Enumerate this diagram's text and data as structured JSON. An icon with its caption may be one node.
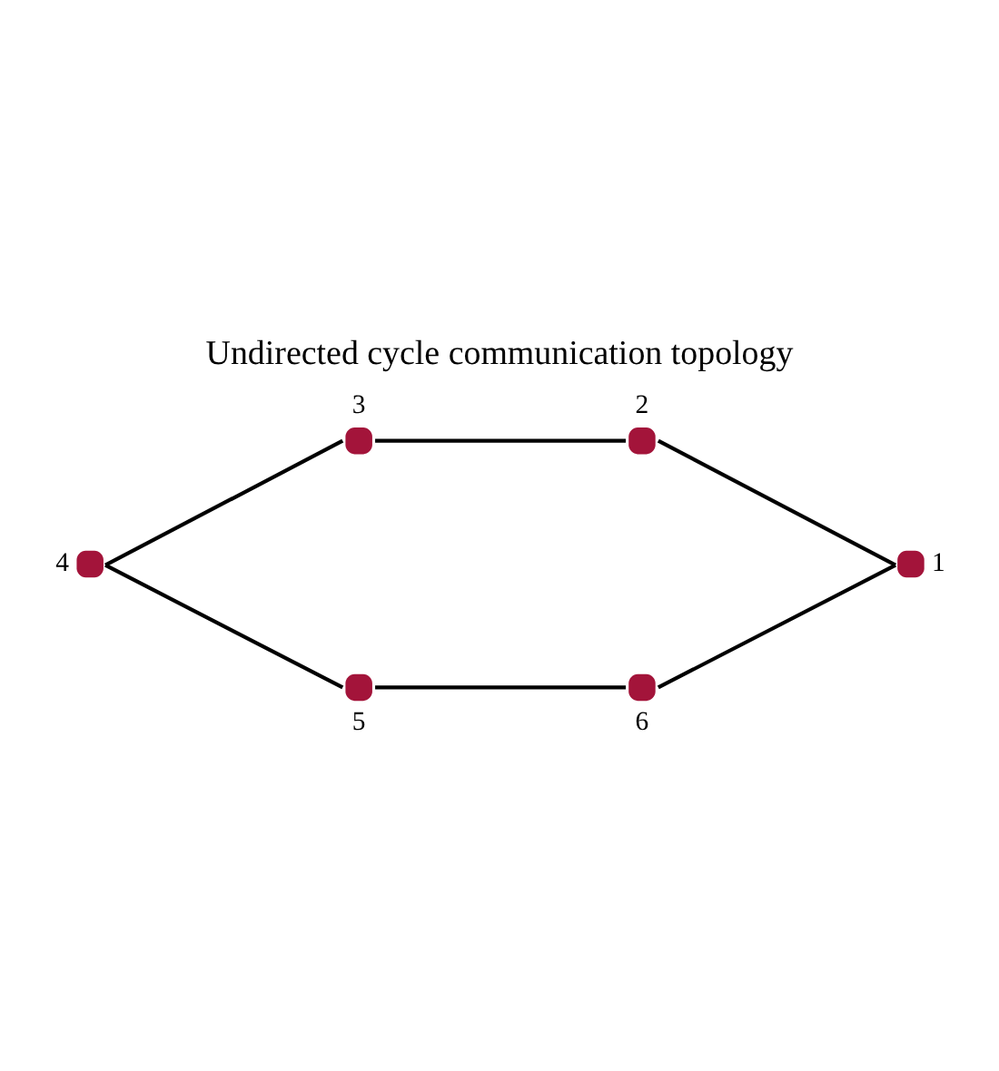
{
  "diagram": {
    "title": "Undirected cycle communication topology",
    "nodes": [
      {
        "text": [],
        "shape": "circle",
        "beside": [
          "1"
        ]
      },
      {
        "text": [],
        "shape": "circle",
        "beside": [
          "2"
        ]
      },
      {
        "text": [],
        "shape": "circle",
        "beside": [
          "3"
        ]
      },
      {
        "text": [],
        "shape": "circle",
        "beside": [
          "4"
        ]
      },
      {
        "text": [],
        "shape": "circle",
        "beside": [
          "5"
        ]
      },
      {
        "text": [],
        "shape": "circle",
        "beside": [
          "6"
        ]
      }
    ],
    "edges": [
      {
        "from": 0,
        "to": 1,
        "arrow": "none"
      },
      {
        "from": 1,
        "to": 2,
        "arrow": "none"
      },
      {
        "from": 2,
        "to": 3,
        "arrow": "none"
      },
      {
        "from": 3,
        "to": 4,
        "arrow": "none"
      },
      {
        "from": 4,
        "to": 5,
        "arrow": "none"
      },
      {
        "from": 5,
        "to": 0,
        "arrow": "none"
      }
    ]
  }
}
